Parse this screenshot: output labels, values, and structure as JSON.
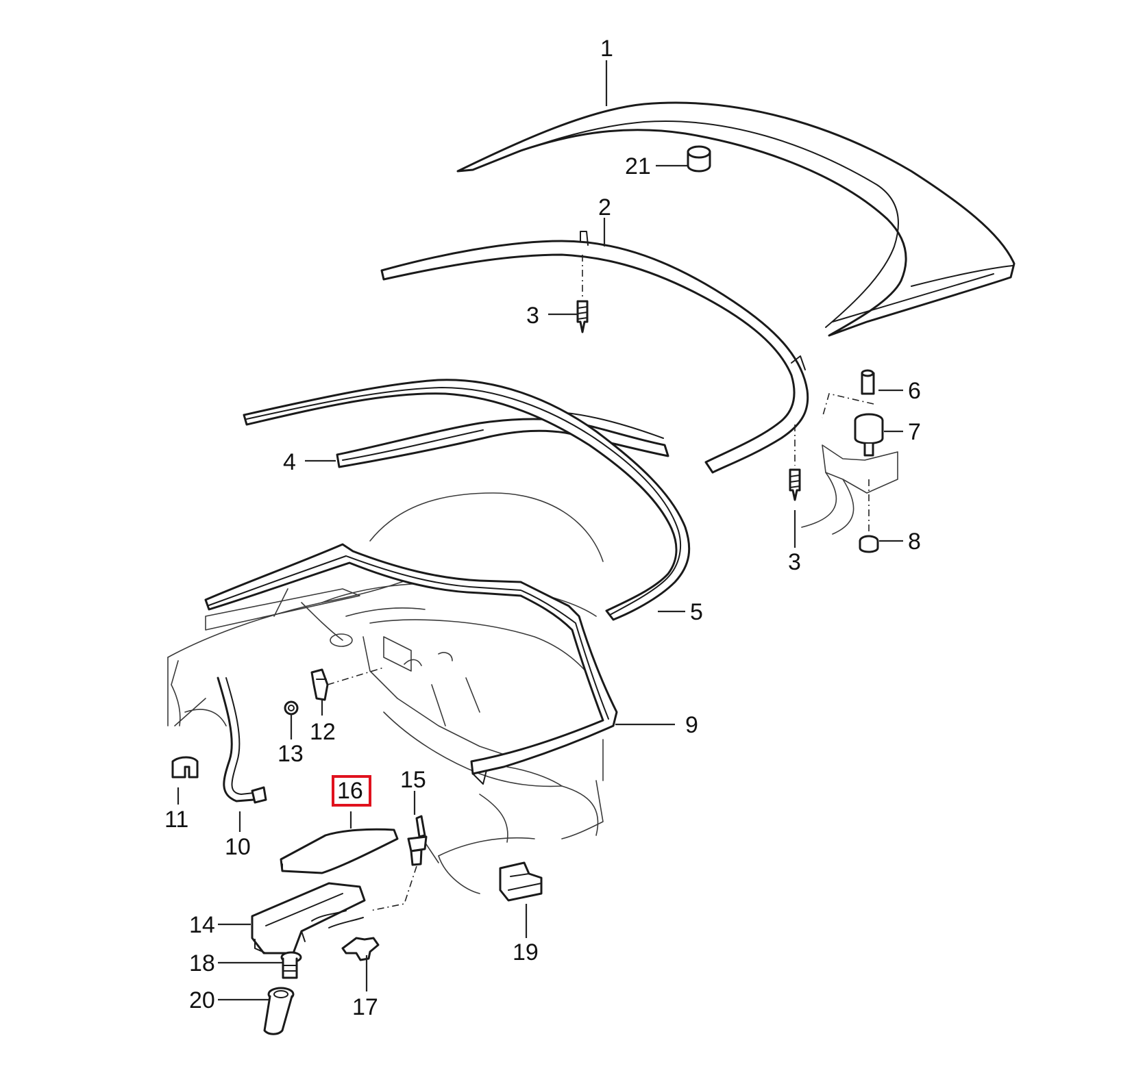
{
  "diagram": {
    "highlight_color": "#e0121e",
    "highlighted_part": "16",
    "callouts": [
      {
        "id": "c1",
        "label": "1"
      },
      {
        "id": "c2",
        "label": "2"
      },
      {
        "id": "c3a",
        "label": "3"
      },
      {
        "id": "c3b",
        "label": "3"
      },
      {
        "id": "c4",
        "label": "4"
      },
      {
        "id": "c5",
        "label": "5"
      },
      {
        "id": "c6",
        "label": "6"
      },
      {
        "id": "c7",
        "label": "7"
      },
      {
        "id": "c8",
        "label": "8"
      },
      {
        "id": "c9",
        "label": "9"
      },
      {
        "id": "c10",
        "label": "10"
      },
      {
        "id": "c11",
        "label": "11"
      },
      {
        "id": "c12",
        "label": "12"
      },
      {
        "id": "c13",
        "label": "13"
      },
      {
        "id": "c14",
        "label": "14"
      },
      {
        "id": "c15",
        "label": "15"
      },
      {
        "id": "c16",
        "label": "16"
      },
      {
        "id": "c17",
        "label": "17"
      },
      {
        "id": "c18",
        "label": "18"
      },
      {
        "id": "c19",
        "label": "19"
      },
      {
        "id": "c20",
        "label": "20"
      },
      {
        "id": "c21",
        "label": "21"
      }
    ]
  }
}
